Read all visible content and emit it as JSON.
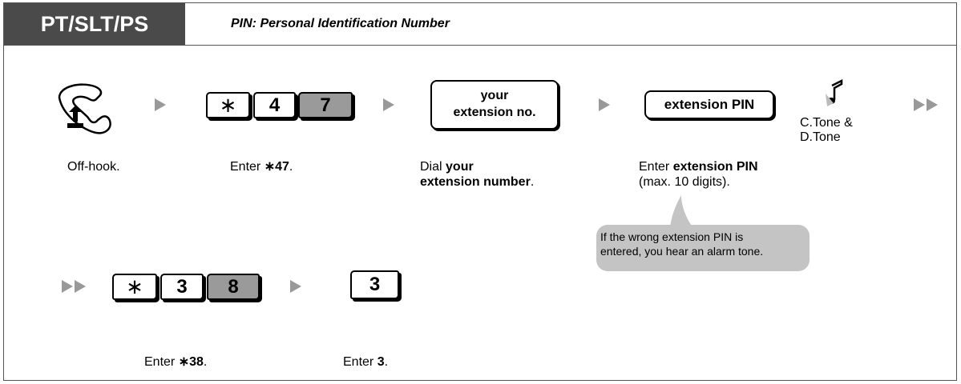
{
  "header": {
    "tab_label": "PT/SLT/PS",
    "subtitle": "PIN: Personal Identification Number"
  },
  "steps": {
    "offhook": {
      "label": "Off-hook."
    },
    "enter47": {
      "keys": [
        "∗",
        "4",
        "7"
      ],
      "prefix": "Enter ",
      "code": "∗47",
      "suffix": "."
    },
    "dial_ext": {
      "box_line1": "your",
      "box_line2": "extension no.",
      "prefix": "Dial ",
      "bold1": "your",
      "bold2": "extension number",
      "suffix": "."
    },
    "ext_pin": {
      "box": "extension PIN",
      "prefix": "Enter ",
      "bold": "extension PIN",
      "line2": "(max. 10 digits)."
    },
    "tone": {
      "line1": "C.Tone &",
      "line2": "D.Tone"
    },
    "enter38": {
      "keys": [
        "∗",
        "3",
        "8"
      ],
      "prefix": "Enter ",
      "code": "∗38",
      "suffix": "."
    },
    "enter3": {
      "key": "3",
      "prefix": "Enter ",
      "code": "3",
      "suffix": "."
    }
  },
  "callout": {
    "line1": "If the wrong extension PIN is",
    "line2": "entered, you hear an alarm tone."
  },
  "icons": [
    "handset-offhook-icon",
    "arrow-right-icon",
    "double-arrow-icon",
    "music-note-icon"
  ],
  "colors": {
    "tab_bg": "#4a4a4a",
    "arrow": "#999999",
    "key_gray": "#9a9a9a",
    "callout_bg": "#c4c4c4"
  }
}
